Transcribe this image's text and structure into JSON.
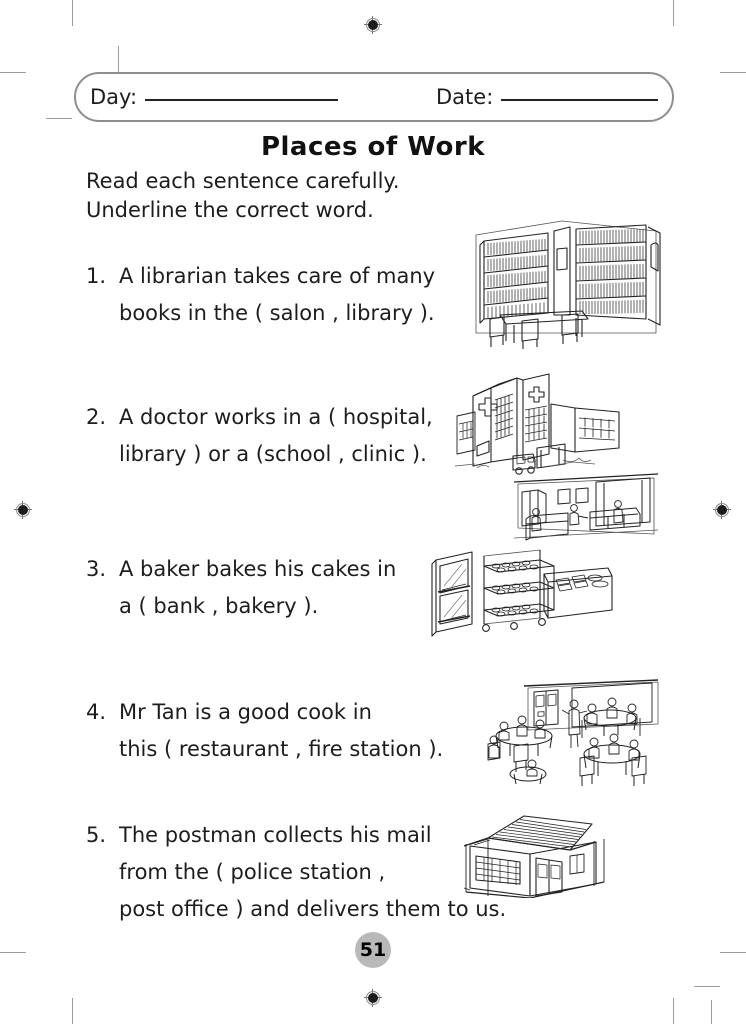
{
  "header": {
    "day_label": "Day:",
    "date_label": "Date:"
  },
  "title": "Places of Work",
  "instructions": {
    "line1": "Read each sentence carefully.",
    "line2": "Underline the correct word."
  },
  "questions": [
    {
      "number": "1.",
      "lines": [
        "A librarian takes care of many",
        "books in the ( salon , library )."
      ],
      "illustration": "library-illustration"
    },
    {
      "number": "2.",
      "lines": [
        "A doctor works in a ( hospital,",
        "library ) or a (school , clinic )."
      ],
      "illustration": "hospital-illustration"
    },
    {
      "number": "3.",
      "lines": [
        "A baker bakes his cakes in",
        "a ( bank , bakery )."
      ],
      "illustration": "bakery-illustration"
    },
    {
      "number": "4.",
      "lines": [
        "Mr Tan is a good cook in",
        "this ( restaurant , fire station )."
      ],
      "illustration": "restaurant-illustration"
    },
    {
      "number": "5.",
      "lines": [
        "The postman collects his mail",
        "from the ( police station ,",
        "post office ) and delivers them to us."
      ],
      "illustration": "post-office-illustration"
    }
  ],
  "page_number": "51",
  "colors": {
    "ink": "#1d1d1d",
    "box_border": "#8e8e8e",
    "page_badge": "#b9b9b9",
    "crop_mark": "#9a9a9a"
  }
}
